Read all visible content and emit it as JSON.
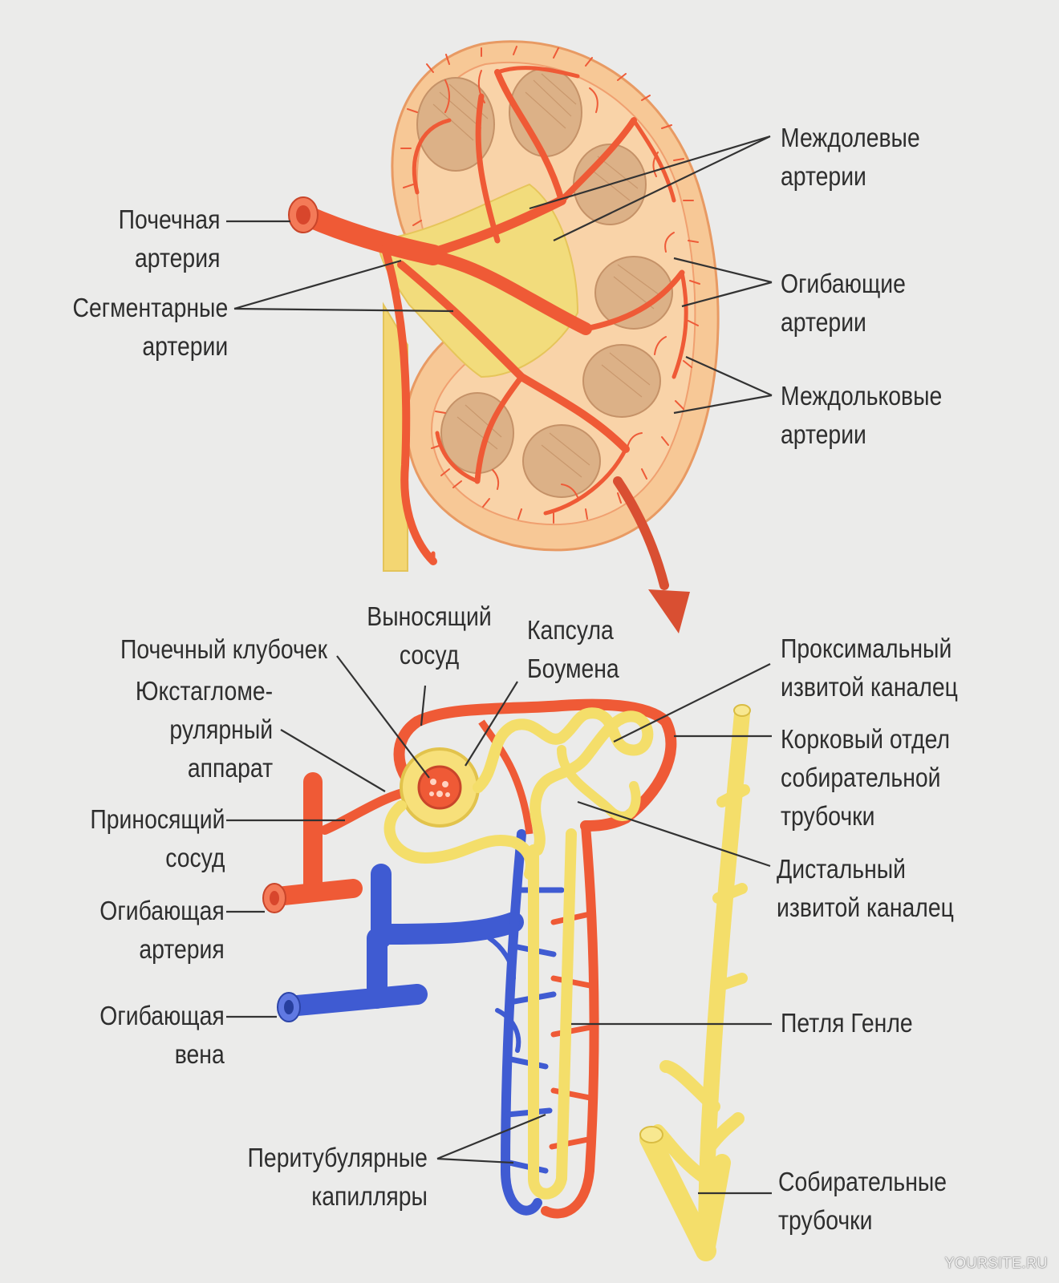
{
  "labels": {
    "interlobar_arteries": [
      "Междолевые",
      "артерии"
    ],
    "renal_artery": [
      "Почечная",
      "артерия"
    ],
    "segmental_arteries": [
      "Сегментарные",
      "артерии"
    ],
    "arcuate_arteries": [
      "Огибающие",
      "артерии"
    ],
    "interlobular_arteries": [
      "Междольковые",
      "артерии"
    ],
    "efferent_vessel": [
      "Выносящий",
      "сосуд"
    ],
    "bowman_capsule": [
      "Капсула",
      "Боумена"
    ],
    "glomerulus": [
      "Почечный клубочек"
    ],
    "juxtaglomerular_apparatus": [
      "Юкстагломе-",
      "рулярный",
      "аппарат"
    ],
    "afferent_vessel": [
      "Приносящий",
      "сосуд"
    ],
    "arcuate_artery": [
      "Огибающая",
      "артерия"
    ],
    "arcuate_vein": [
      "Огибающая",
      "вена"
    ],
    "proximal_tubule": [
      "Проксимальный",
      "извитой каналец"
    ],
    "cortical_collecting_duct": [
      "Корковый отдел",
      "собирательной",
      "трубочки"
    ],
    "distal_tubule": [
      "Дистальный",
      "извитой каналец"
    ],
    "loop_of_henle": [
      "Петля Генле"
    ],
    "peritubular_capillaries": [
      "Перитубулярные",
      "капилляры"
    ],
    "collecting_ducts": [
      "Собирательные",
      "трубочки"
    ]
  },
  "watermark": "YOURSITE.RU",
  "colors": {
    "background": "#ebebea",
    "artery": "#ef5a36",
    "vein": "#3f5bd2",
    "tubule": "#f4de6a",
    "kidney_tissue": "#f6c596",
    "pyramid": "#ddb287",
    "text": "#2e2e2e"
  }
}
